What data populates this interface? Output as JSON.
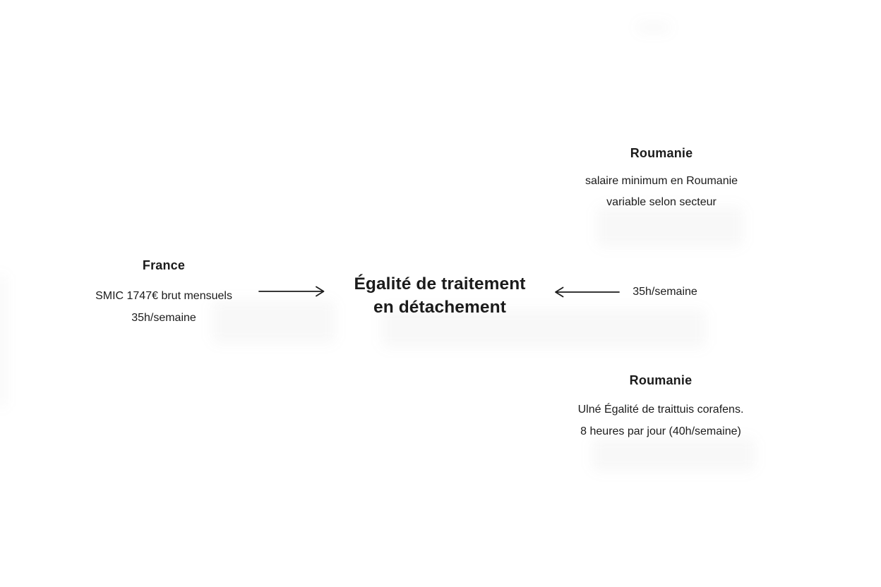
{
  "colors": {
    "background": "#ffffff",
    "text": "#1b1b1b",
    "arrow": "#1b1b1b"
  },
  "center": {
    "title_line1": "Égalité de traitement",
    "title_line2": "en détachement"
  },
  "nodes": {
    "france": {
      "heading": "France",
      "line1": "SMIC 1747€ brut mensuels",
      "line2": "35h/semaine"
    },
    "roumanie_top": {
      "heading": "Roumanie",
      "line1": "salaire minimum en Roumanie",
      "line2": "variable selon secteur"
    },
    "roumanie_bottom": {
      "heading": "Roumanie",
      "line1": "Ulné Égalité de traittuis corafens.",
      "line2": "8 heures par jour (40h/semaine)"
    }
  },
  "arrows": {
    "right_label": "35h/semaine"
  }
}
